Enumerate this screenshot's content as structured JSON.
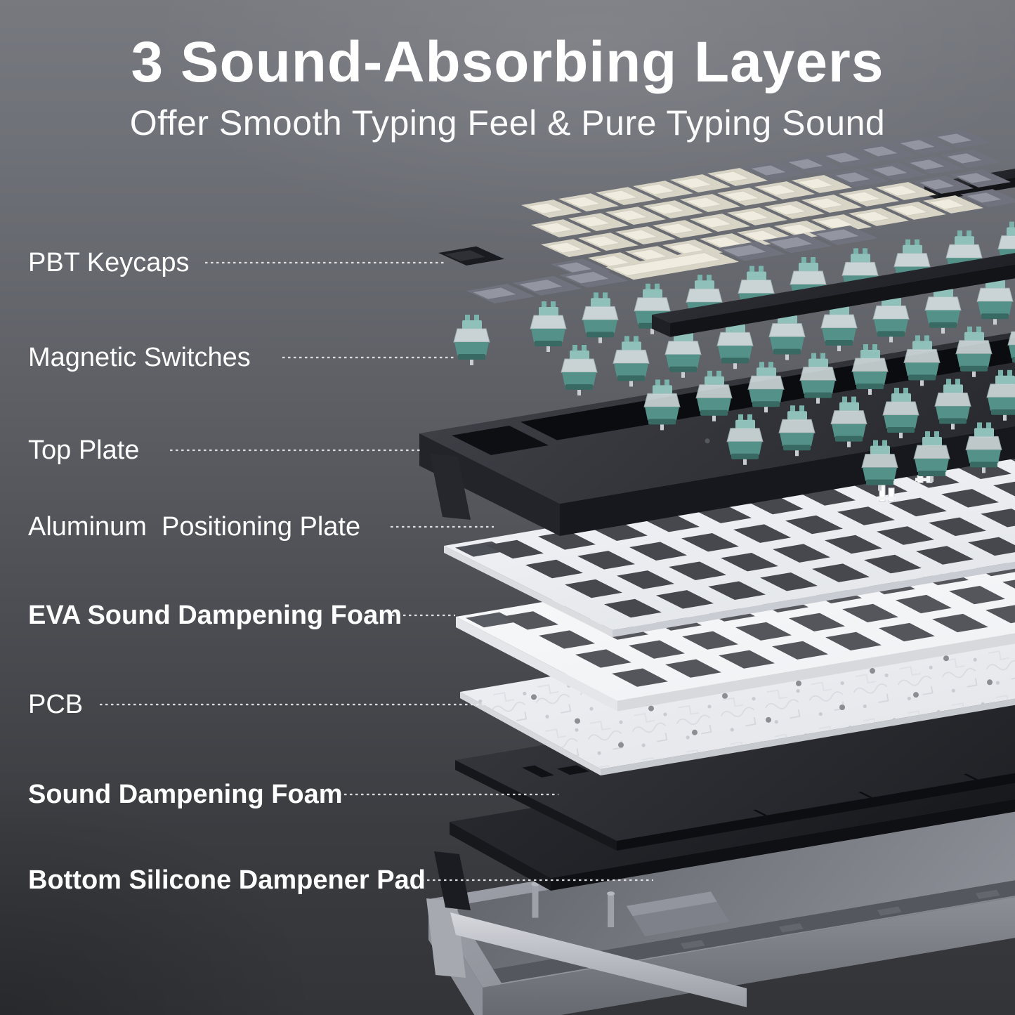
{
  "title": "3 Sound-Absorbing Layers",
  "subtitle": "Offer Smooth Typing Feel & Pure Typing Sound",
  "labels": [
    {
      "text": "PBT Keycaps",
      "emphasis": false
    },
    {
      "text": "Magnetic Switches",
      "emphasis": false
    },
    {
      "text": "Top Plate",
      "emphasis": false
    },
    {
      "text": "Aluminum  Positioning Plate",
      "emphasis": false
    },
    {
      "text": "EVA Sound Dampening Foam",
      "emphasis": true
    },
    {
      "text": "PCB",
      "emphasis": false
    },
    {
      "text": "Sound Dampening Foam",
      "emphasis": true
    },
    {
      "text": "Bottom Silicone Dampener Pad",
      "emphasis": true
    }
  ],
  "colors": {
    "text_white": "#ffffff",
    "leader_line": "#eaebec",
    "keycap_cream": "#f0ecdf",
    "keycap_cream_side": "#d8d4c6",
    "keycap_gray": "#9395a1",
    "keycap_gray_side": "#70727e",
    "keycap_black": "#2f3036",
    "keycap_black_side": "#1a1b20",
    "switch_teal": "#549189",
    "switch_teal_dark": "#386a63",
    "switch_teal_cap": "#8fc0b9",
    "switch_clear": "#dce7e8",
    "top_plate_black": "#35363c",
    "aluminum_white": "#f1f3f6",
    "eva_white": "#f8f9fb",
    "pcb_white": "#eceef1",
    "foam_black": "#2c2d32",
    "pad_black": "#222328",
    "case_gray": "#90929c",
    "background_top": "#77797f",
    "background_bottom": "#323438"
  }
}
